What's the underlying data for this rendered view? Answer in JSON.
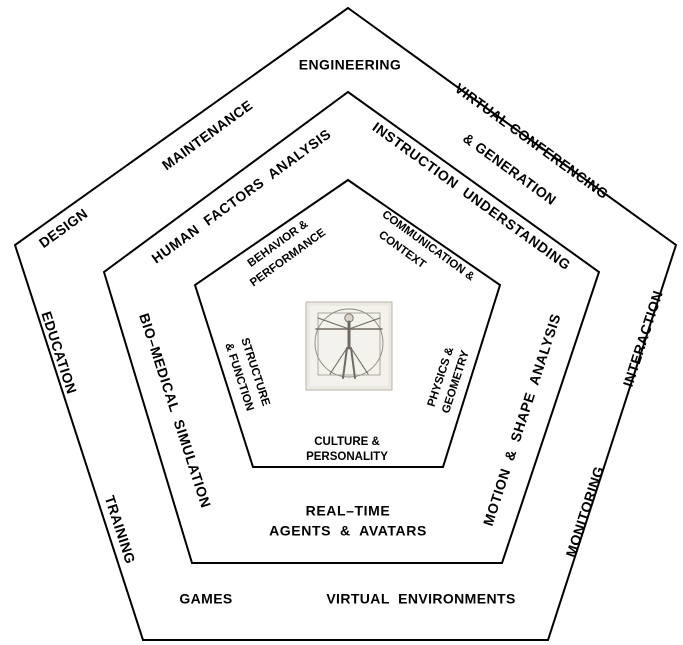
{
  "outer_ring": {
    "engineering": "ENGINEERING",
    "maintenance": "MAINTENANCE",
    "design": "DESIGN",
    "vcg_line1": "VIRTUAL CONFERENCING",
    "vcg_line2": "& GENERATION",
    "education": "EDUCATION",
    "training": "TRAINING",
    "interaction": "INTERACTION",
    "monitoring": "MONITORING",
    "games": "GAMES",
    "virtual_environments": "VIRTUAL  ENVIRONMENTS"
  },
  "middle_ring": {
    "human_factors": "HUMAN  FACTORS  ANALYSIS",
    "instruction": "INSTRUCTION  UNDERSTANDING",
    "biomedical": "BIO–MEDICAL  SIMULATION",
    "motion_shape": "MOTION  &  SHAPE  ANALYSIS",
    "realtime_line1": "REAL–TIME",
    "realtime_line2": "AGENTS  &  AVATARS"
  },
  "inner_ring": {
    "behavior_line1": "BEHAVIOR &",
    "behavior_line2": "PERFORMANCE",
    "communication_line1": "COMMUNICATION &",
    "communication_line2": "CONTEXT",
    "structure_line1": "STRUCTURE",
    "structure_line2": "& FUNCTION",
    "physics_line1": "PHYSICS &",
    "physics_line2": "GEOMETRY",
    "culture_line1": "CULTURE &",
    "culture_line2": "PERSONALITY"
  },
  "center_image": {
    "icon": "vitruvian-man-icon"
  }
}
